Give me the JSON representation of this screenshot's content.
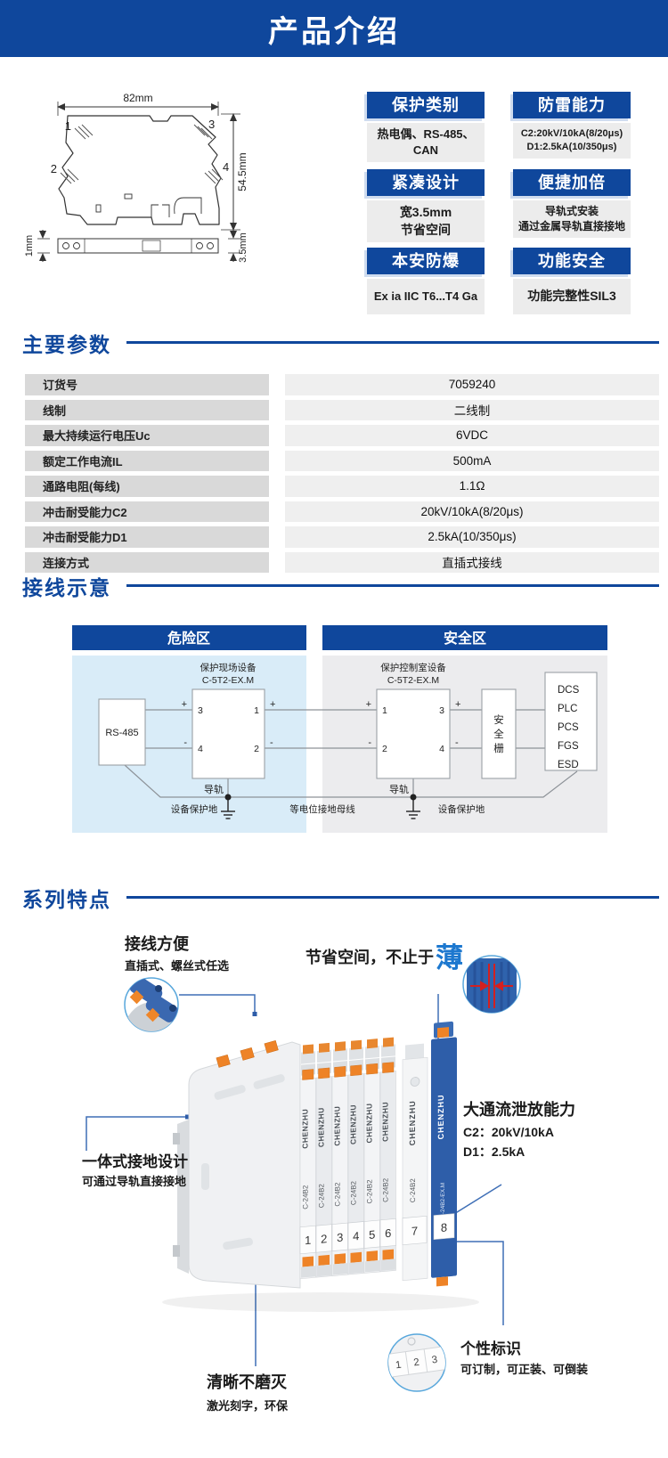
{
  "colors": {
    "blue": "#0f479c",
    "light_blue": "#d9ecf8",
    "area_gray": "#ececee",
    "thin_blue": "#1d78cf",
    "orange": "#ee8327",
    "module_blue": "#2e5ea9",
    "red": "#d42020"
  },
  "banner": {
    "title": "产品介绍"
  },
  "drawing": {
    "width": "82mm",
    "height": "54.5mm",
    "thickness": "1mm",
    "depth": "3.5mm",
    "t1": "1",
    "t2": "2",
    "t3": "3",
    "t4": "4"
  },
  "features": [
    {
      "title": "保护类别",
      "line1": "热电偶、RS-485、CAN"
    },
    {
      "title": "防雷能力",
      "line1": "C2:20kV/10kA(8/20μs)",
      "line2": "D1:2.5kA(10/350μs)"
    },
    {
      "title": "紧凑设计",
      "line1": "宽3.5mm",
      "line2": "节省空间"
    },
    {
      "title": "便捷加倍",
      "line1": "导轨式安装",
      "line2": "通过金属导轨直接接地"
    },
    {
      "title": "本安防爆",
      "line1": "Ex ia IIC T6...T4 Ga"
    },
    {
      "title": "功能安全",
      "line1": "功能完整性SIL3"
    }
  ],
  "params": {
    "title": "主要参数",
    "rows": [
      {
        "label": "订货号",
        "value": "7059240"
      },
      {
        "label": "线制",
        "value": "二线制"
      },
      {
        "label": "最大持续运行电压Uc",
        "value": "6VDC"
      },
      {
        "label": "额定工作电流IL",
        "value": "500mA"
      },
      {
        "label": "通路电阻(每线)",
        "value": "1.1Ω"
      },
      {
        "label": "冲击耐受能力C2",
        "value": "20kV/10kA(8/20μs)"
      },
      {
        "label": "冲击耐受能力D1",
        "value": "2.5kA(10/350μs)"
      },
      {
        "label": "连接方式",
        "value": "直插式接线"
      }
    ]
  },
  "wiring": {
    "title": "接线示意",
    "hazard": "危险区",
    "safe": "安全区",
    "field1": "保护现场设备",
    "field2": "C-5T2-EX.M",
    "control1": "保护控制室设备",
    "control2": "C-5T2-EX.M",
    "rs485": "RS-485",
    "barrier1": "安",
    "barrier2": "全",
    "barrier3": "栅",
    "dcs": [
      "DCS",
      "PLC",
      "PCS",
      "FGS",
      "ESD"
    ],
    "rail": "导轨",
    "gnd_left": "设备保护地",
    "gnd_bus": "等电位接地母线",
    "gnd_right": "设备保护地",
    "plus": "+",
    "minus": "-",
    "ft_tl": "3",
    "ft_bl": "4",
    "ft_tr": "1",
    "ft_br": "2",
    "ct_tl": "1",
    "ct_bl": "2",
    "ct_tr": "3",
    "ct_br": "4"
  },
  "series": {
    "title": "系列特点",
    "c1": {
      "t": "接线方便",
      "s": "直插式、螺丝式任选"
    },
    "c2": {
      "t": "节省空间，不止于",
      "accent": "薄"
    },
    "c3": {
      "t": "大通流泄放能力",
      "l1": "C2：20kV/10kA",
      "l2": "D1：2.5kA"
    },
    "c4": {
      "t": "一体式接地设计",
      "s": "可通过导轨直接接地"
    },
    "c5": {
      "t": "清晰不磨灭",
      "s": "激光刻字，环保"
    },
    "c6": {
      "t": "个性标识",
      "s": "可订制，可正装、可倒装"
    },
    "product": {
      "brand": "CHENZHU",
      "model": "C-24B2",
      "model_full": "C-24B2-EX.M",
      "n1": "1",
      "n2": "2",
      "n3": "3",
      "n4": "4",
      "n5": "5",
      "n6": "6",
      "n7": "7",
      "n8": "8",
      "i1": "1",
      "i2": "2",
      "i3": "3"
    }
  }
}
